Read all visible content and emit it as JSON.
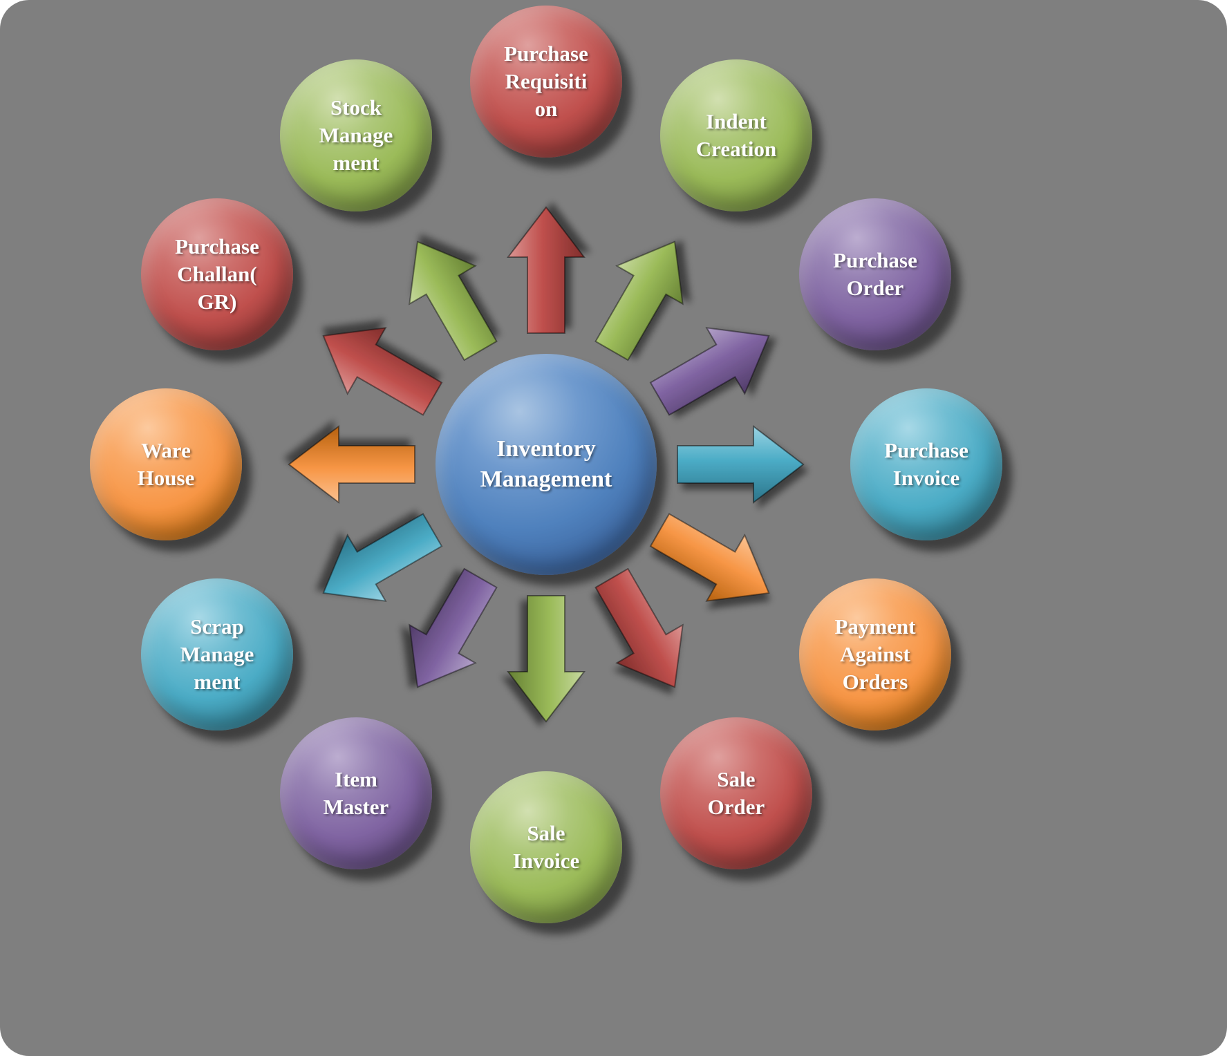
{
  "palette": {
    "background": "#7F7F7F",
    "blue": "#4F81BD",
    "red": "#C0504D",
    "green": "#9BBB59",
    "purple": "#8064A2",
    "teal": "#4BACC6",
    "orange": "#F79646",
    "text": "#FFFFFF"
  },
  "center": {
    "label": "Inventory Management",
    "lines": [
      "Inventory",
      "Management"
    ],
    "color": "#4F81BD"
  },
  "nodes": [
    {
      "name": "purchase-requisition",
      "label": "Purchase Requisition",
      "lines": [
        "Purchase",
        "Requisiti",
        "on"
      ],
      "color": "#C0504D",
      "position": "top"
    },
    {
      "name": "indent-creation",
      "label": "Indent Creation",
      "lines": [
        "Indent",
        "Creation"
      ],
      "color": "#9BBB59",
      "position": "top-right"
    },
    {
      "name": "purchase-order",
      "label": "Purchase Order",
      "lines": [
        "Purchase",
        "Order"
      ],
      "color": "#8064A2",
      "position": "upper-right"
    },
    {
      "name": "purchase-invoice",
      "label": "Purchase Invoice",
      "lines": [
        "Purchase",
        "Invoice"
      ],
      "color": "#4BACC6",
      "position": "right"
    },
    {
      "name": "payment-against-orders",
      "label": "Payment Against Orders",
      "lines": [
        "Payment",
        "Against",
        "Orders"
      ],
      "color": "#F79646",
      "position": "lower-right"
    },
    {
      "name": "sale-order",
      "label": "Sale Order",
      "lines": [
        "Sale",
        "Order"
      ],
      "color": "#C0504D",
      "position": "bottom-right"
    },
    {
      "name": "sale-invoice",
      "label": "Sale Invoice",
      "lines": [
        "Sale",
        "Invoice"
      ],
      "color": "#9BBB59",
      "position": "bottom"
    },
    {
      "name": "item-master",
      "label": "Item Master",
      "lines": [
        "Item",
        "Master"
      ],
      "color": "#8064A2",
      "position": "bottom-left"
    },
    {
      "name": "scrap-management",
      "label": "Scrap Management",
      "lines": [
        "Scrap",
        "Manage",
        "ment"
      ],
      "color": "#4BACC6",
      "position": "lower-left"
    },
    {
      "name": "ware-house",
      "label": "Ware House",
      "lines": [
        "Ware",
        "House"
      ],
      "color": "#F79646",
      "position": "left"
    },
    {
      "name": "purchase-challan-gr",
      "label": "Purchase Challan(GR)",
      "lines": [
        "Purchase",
        "Challan(",
        "GR)"
      ],
      "color": "#C0504D",
      "position": "upper-left"
    },
    {
      "name": "stock-management",
      "label": "Stock Management",
      "lines": [
        "Stock",
        "Manage",
        "ment"
      ],
      "color": "#9BBB59",
      "position": "top-left"
    }
  ],
  "arrows": [
    {
      "points_to": "Purchase Requisition",
      "color": "#C0504D"
    },
    {
      "points_to": "Indent Creation",
      "color": "#9BBB59"
    },
    {
      "points_to": "Purchase Order",
      "color": "#8064A2"
    },
    {
      "points_to": "Purchase Invoice",
      "color": "#4BACC6"
    },
    {
      "points_to": "Payment Against Orders",
      "color": "#F79646"
    },
    {
      "points_to": "Sale Order",
      "color": "#C0504D"
    },
    {
      "points_to": "Sale Invoice",
      "color": "#9BBB59"
    },
    {
      "points_to": "Item Master",
      "color": "#8064A2"
    },
    {
      "points_to": "Scrap Management",
      "color": "#4BACC6"
    },
    {
      "points_to": "Ware House",
      "color": "#F79646"
    },
    {
      "points_to": "Purchase Challan(GR)",
      "color": "#C0504D"
    },
    {
      "points_to": "Stock Management",
      "color": "#9BBB59"
    }
  ]
}
